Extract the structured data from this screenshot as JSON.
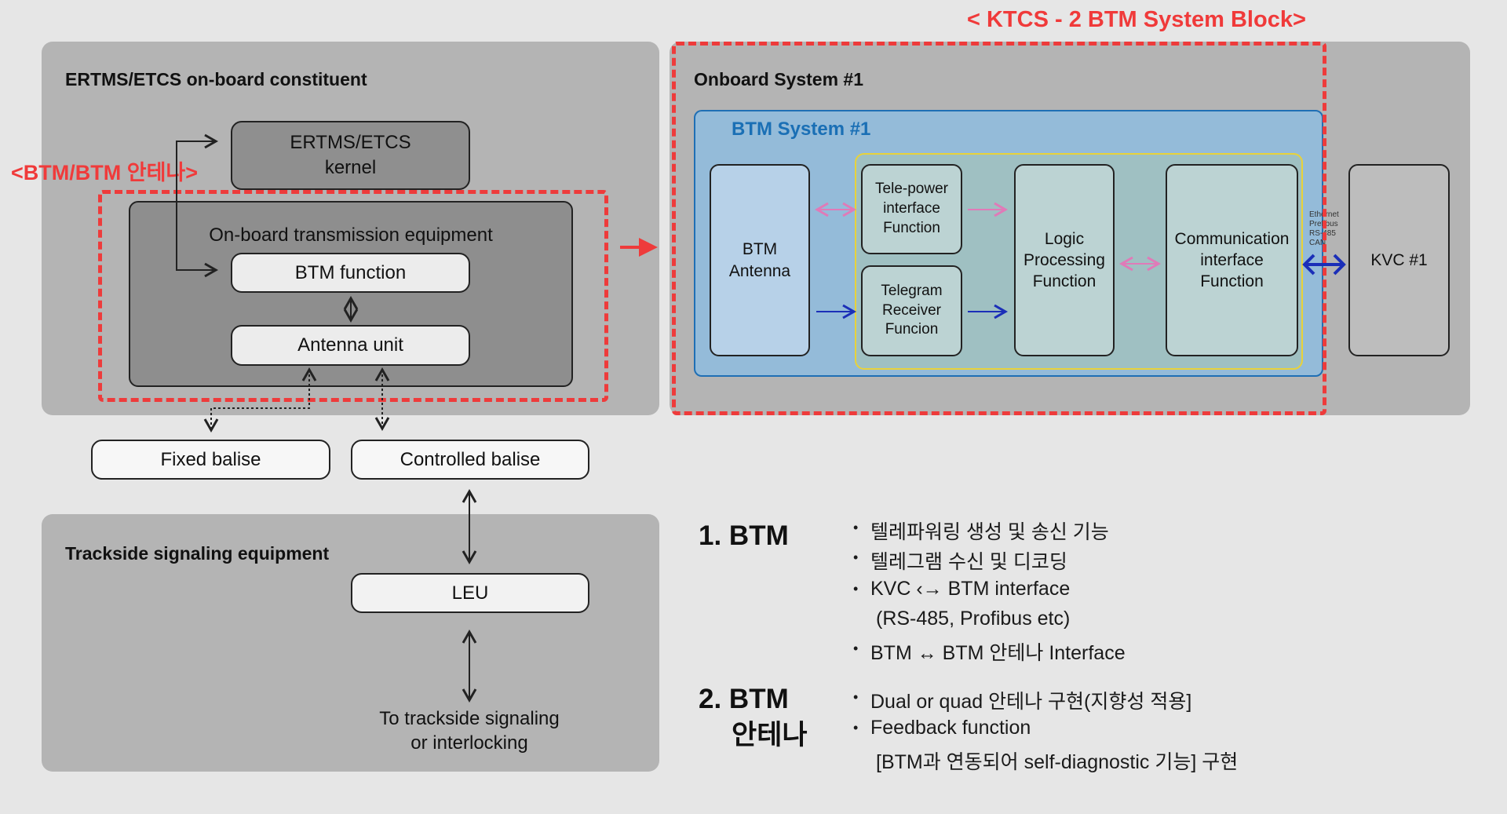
{
  "left_panel": {
    "title": "ERTMS/ETCS on-board constituent",
    "kernel": "ERTMS/ETCS kernel",
    "btm_label": "<BTM/BTM 안테나>",
    "transmission_title": "On-board transmission equipment",
    "btm_function": "BTM function",
    "antenna_unit": "Antenna unit"
  },
  "balises": {
    "fixed": "Fixed balise",
    "controlled": "Controlled balise"
  },
  "trackside": {
    "title": "Trackside signaling equipment",
    "leu": "LEU",
    "to_trackside_1": "To trackside signaling",
    "to_trackside_2": "or interlocking"
  },
  "right_panel": {
    "ktcs_title": "< KTCS - 2 BTM System Block>",
    "onboard_title": "Onboard System #1",
    "btm_system_title": "BTM System #1",
    "btm_antenna": "BTM Antenna",
    "tele_power": "Tele-power interface Function",
    "telegram": "Telegram Receiver Funcion",
    "logic": "Logic Processing Function",
    "comm": "Communication interface Function",
    "kvc": "KVC #1",
    "protocols": [
      "Ethernet",
      "Prefibus",
      "RS-485",
      "CAN"
    ]
  },
  "notes": {
    "h1": "1. BTM",
    "items1": [
      "텔레파워링 생성 및 송신 기능",
      "텔레그램 수신 및 디코딩",
      "KVC ‹→ BTM interface",
      "(RS-485, Profibus etc)",
      "BTM ↔ BTM 안테나 Interface"
    ],
    "h2a": "2. BTM",
    "h2b": "안테나",
    "items2": [
      "Dual or quad 안테나 구현(지향성 적용]",
      "Feedback function",
      "[BTM과 연동되어 self-diagnostic 기능] 구현"
    ]
  },
  "colors": {
    "accent_red": "#ee3b3b",
    "btm_blue": "#1a6fb5",
    "arrow_pink": "#e07ab8",
    "arrow_blue": "#1b2fb8"
  }
}
